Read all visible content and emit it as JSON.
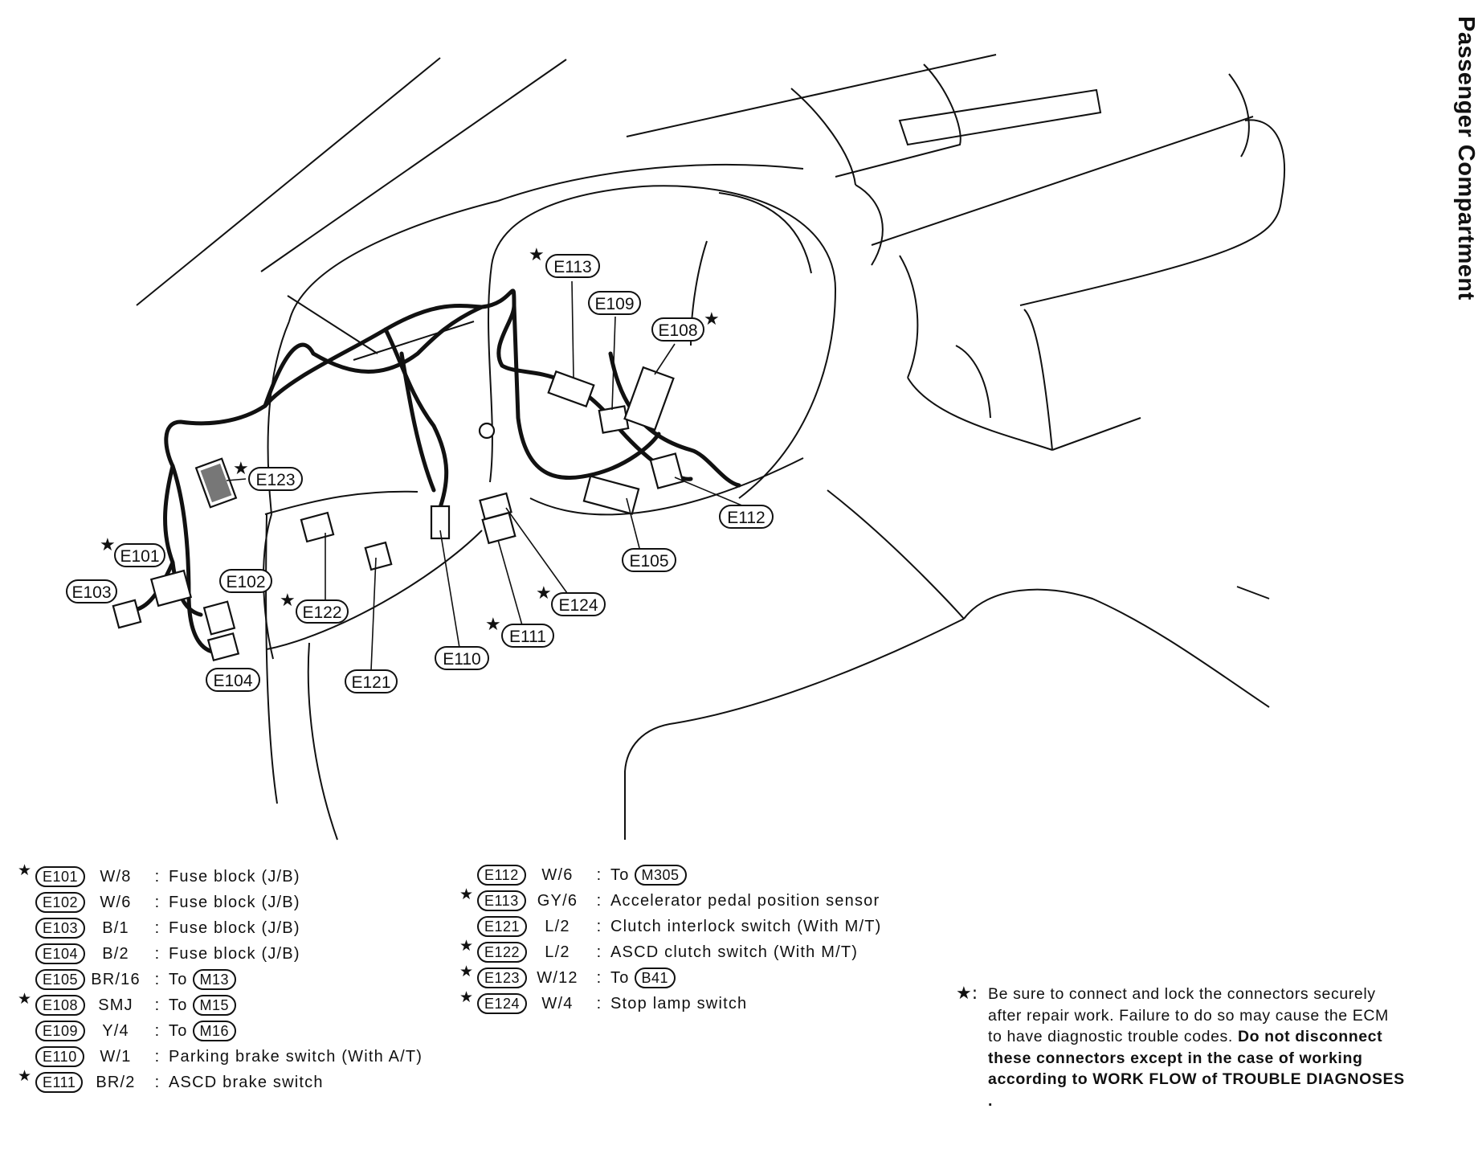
{
  "side_title": "Passenger Compartment",
  "callouts": {
    "E101": "E101",
    "E102": "E102",
    "E103": "E103",
    "E104": "E104",
    "E105": "E105",
    "E108": "E108",
    "E109": "E109",
    "E110": "E110",
    "E111": "E111",
    "E112": "E112",
    "E113": "E113",
    "E121": "E121",
    "E122": "E122",
    "E123": "E123",
    "E124": "E124"
  },
  "star_symbol": "★",
  "legend_left": [
    {
      "starred": true,
      "code": "E101",
      "wire": "W/8",
      "desc": "Fuse block (J/B)",
      "to": ""
    },
    {
      "starred": false,
      "code": "E102",
      "wire": "W/6",
      "desc": "Fuse block (J/B)",
      "to": ""
    },
    {
      "starred": false,
      "code": "E103",
      "wire": "B/1",
      "desc": "Fuse block (J/B)",
      "to": ""
    },
    {
      "starred": false,
      "code": "E104",
      "wire": "B/2",
      "desc": "Fuse block (J/B)",
      "to": ""
    },
    {
      "starred": false,
      "code": "E105",
      "wire": "BR/16",
      "desc": "To",
      "to": "M13"
    },
    {
      "starred": true,
      "code": "E108",
      "wire": "SMJ",
      "desc": "To",
      "to": "M15"
    },
    {
      "starred": false,
      "code": "E109",
      "wire": "Y/4",
      "desc": "To",
      "to": "M16"
    },
    {
      "starred": false,
      "code": "E110",
      "wire": "W/1",
      "desc": "Parking brake switch (With A/T)",
      "to": ""
    },
    {
      "starred": true,
      "code": "E111",
      "wire": "BR/2",
      "desc": "ASCD brake switch",
      "to": ""
    }
  ],
  "legend_right": [
    {
      "starred": false,
      "code": "E112",
      "wire": "W/6",
      "desc": "To",
      "to": "M305"
    },
    {
      "starred": true,
      "code": "E113",
      "wire": "GY/6",
      "desc": "Accelerator pedal position sensor",
      "to": ""
    },
    {
      "starred": false,
      "code": "E121",
      "wire": "L/2",
      "desc": "Clutch interlock switch (With M/T)",
      "to": ""
    },
    {
      "starred": true,
      "code": "E122",
      "wire": "L/2",
      "desc": "ASCD clutch switch (With M/T)",
      "to": ""
    },
    {
      "starred": true,
      "code": "E123",
      "wire": "W/12",
      "desc": "To",
      "to": "B41"
    },
    {
      "starred": true,
      "code": "E124",
      "wire": "W/4",
      "desc": "Stop lamp switch",
      "to": ""
    }
  ],
  "note": {
    "symbol": "★",
    "colon": ":",
    "text": "Be sure to connect and lock the connectors securely after repair work. Failure to do so may cause the ECM to have diagnostic trouble codes.",
    "bold": "Do not disconnect these connectors except in the case of working according to WORK FLOW of TROUBLE DIAGNOSES ."
  }
}
